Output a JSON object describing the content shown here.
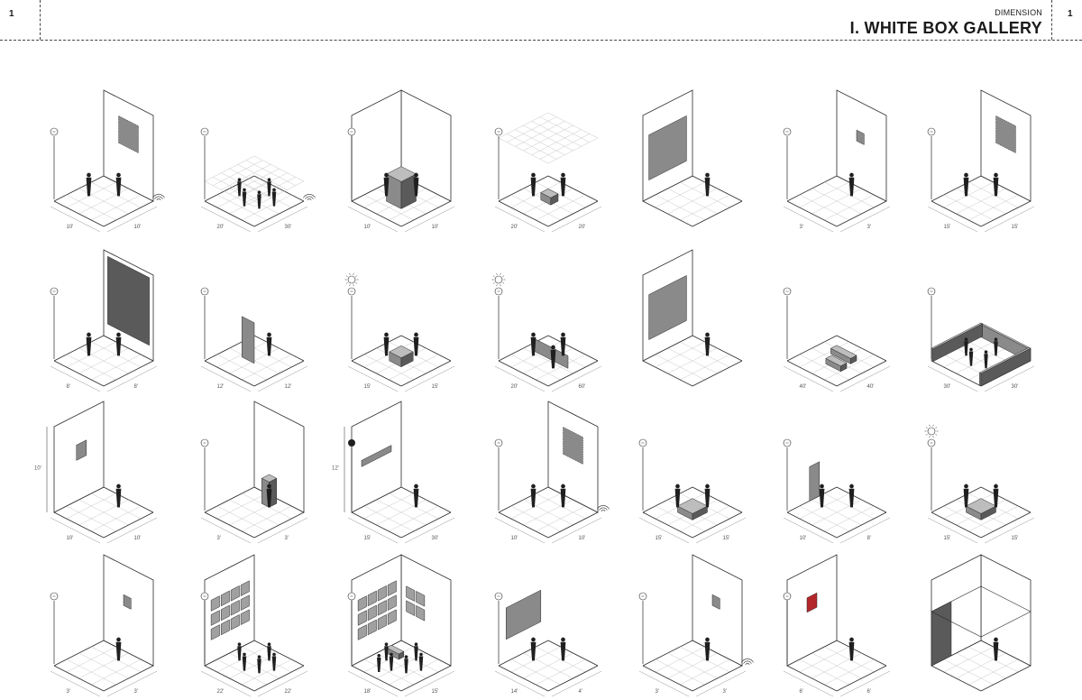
{
  "header": {
    "page_number_left": "1",
    "page_number_right": "1",
    "subtitle": "DIMENSION",
    "title": "I. WHITE BOX GALLERY"
  },
  "diagrams": [
    {
      "id": 1,
      "d1": "10'",
      "d2": "10'",
      "rw": true,
      "lw": false,
      "art": "dotted",
      "people": 2,
      "lamp": "bulb",
      "extra": "wifi"
    },
    {
      "id": 2,
      "d1": "20'",
      "d2": "30'",
      "rw": false,
      "lw": false,
      "art": "ceiling-grid",
      "people": 5,
      "lamp": "bulb",
      "extra": "wifi"
    },
    {
      "id": 3,
      "d1": "10'",
      "d2": "10'",
      "rw": true,
      "lw": true,
      "art": "cube",
      "people": 2,
      "lamp": "bulb",
      "extra": ""
    },
    {
      "id": 4,
      "d1": "20'",
      "d2": "20'",
      "rw": false,
      "lw": false,
      "art": "ceiling-grid-low",
      "people": 2,
      "lamp": "bulb",
      "extra": ""
    },
    {
      "id": 5,
      "d1": "",
      "d2": "",
      "rw": false,
      "lw": true,
      "art": "big-panel-left",
      "people": 1,
      "lamp": "",
      "extra": ""
    },
    {
      "id": 6,
      "d1": "3'",
      "d2": "3'",
      "rw": true,
      "lw": false,
      "art": "small",
      "people": 1,
      "lamp": "bulb",
      "extra": ""
    },
    {
      "id": 7,
      "d1": "15'",
      "d2": "15'",
      "rw": true,
      "lw": false,
      "art": "dotted",
      "people": 2,
      "lamp": "bulb",
      "extra": ""
    },
    {
      "id": 8,
      "d1": "8'",
      "d2": "8'",
      "rw": true,
      "lw": false,
      "art": "huge",
      "people": 2,
      "lamp": "bulb",
      "extra": ""
    },
    {
      "id": 9,
      "d1": "12'",
      "d2": "12'",
      "rw": false,
      "lw": false,
      "art": "standing-panel",
      "people": 1,
      "lamp": "bulb",
      "extra": ""
    },
    {
      "id": 10,
      "d1": "15'",
      "d2": "15'",
      "rw": false,
      "lw": false,
      "art": "pedestal",
      "people": 2,
      "lamp": "sun",
      "extra": ""
    },
    {
      "id": 11,
      "d1": "20'",
      "d2": "60'",
      "rw": false,
      "lw": false,
      "art": "long-wall",
      "people": 3,
      "lamp": "sun",
      "extra": ""
    },
    {
      "id": 12,
      "d1": "",
      "d2": "",
      "rw": false,
      "lw": true,
      "art": "big-panel-left",
      "people": 1,
      "lamp": "",
      "extra": ""
    },
    {
      "id": 13,
      "d1": "40'",
      "d2": "40'",
      "rw": false,
      "lw": false,
      "art": "benches",
      "people": 0,
      "lamp": "bulb",
      "extra": ""
    },
    {
      "id": 14,
      "d1": "30'",
      "d2": "30'",
      "rw": false,
      "lw": false,
      "art": "low-walls",
      "people": 4,
      "lamp": "bulb",
      "extra": ""
    },
    {
      "id": 15,
      "d1": "10'",
      "d2": "10'",
      "rw": false,
      "lw": true,
      "art": "small-left",
      "people": 1,
      "lamp": "",
      "extra": "height",
      "h": "10'"
    },
    {
      "id": 16,
      "d1": "3'",
      "d2": "3'",
      "rw": true,
      "lw": false,
      "art": "vitrine",
      "people": 1,
      "lamp": "bulb",
      "extra": ""
    },
    {
      "id": 17,
      "d1": "15'",
      "d2": "30'",
      "rw": false,
      "lw": true,
      "art": "strip",
      "people": 1,
      "lamp": "dark",
      "extra": "height",
      "h": "12'"
    },
    {
      "id": 18,
      "d1": "10'",
      "d2": "10'",
      "rw": true,
      "lw": false,
      "art": "dotted",
      "people": 2,
      "lamp": "bulb",
      "extra": "wifi"
    },
    {
      "id": 19,
      "d1": "15'",
      "d2": "15'",
      "rw": false,
      "lw": false,
      "art": "platform",
      "people": 2,
      "lamp": "bulb",
      "extra": ""
    },
    {
      "id": 20,
      "d1": "10'",
      "d2": "8'",
      "rw": false,
      "lw": false,
      "art": "door",
      "people": 2,
      "lamp": "bulb",
      "extra": ""
    },
    {
      "id": 21,
      "d1": "15'",
      "d2": "15'",
      "rw": false,
      "lw": false,
      "art": "platform",
      "people": 2,
      "lamp": "sun",
      "extra": ""
    },
    {
      "id": 22,
      "d1": "3'",
      "d2": "3'",
      "rw": true,
      "lw": false,
      "art": "small",
      "people": 1,
      "lamp": "bulb",
      "extra": ""
    },
    {
      "id": 23,
      "d1": "22'",
      "d2": "22'",
      "rw": false,
      "lw": true,
      "art": "salon-left",
      "people": 5,
      "lamp": "bulb",
      "extra": ""
    },
    {
      "id": 24,
      "d1": "18'",
      "d2": "15'",
      "rw": true,
      "lw": true,
      "art": "salon-corner",
      "people": 6,
      "lamp": "bulb",
      "extra": ""
    },
    {
      "id": 25,
      "d1": "14'",
      "d2": "4'",
      "rw": false,
      "lw": false,
      "art": "screen-left",
      "people": 2,
      "lamp": "bulb",
      "extra": ""
    },
    {
      "id": 26,
      "d1": "3'",
      "d2": "3'",
      "rw": true,
      "lw": false,
      "art": "small",
      "people": 1,
      "lamp": "bulb",
      "extra": "wifi"
    },
    {
      "id": 27,
      "d1": "6'",
      "d2": "6'",
      "rw": false,
      "lw": true,
      "art": "red",
      "people": 1,
      "lamp": "bulb",
      "extra": ""
    },
    {
      "id": 28,
      "d1": "",
      "d2": "",
      "rw": true,
      "lw": true,
      "art": "box-room",
      "people": 1,
      "lamp": "",
      "extra": ""
    }
  ],
  "colors": {
    "line": "#2a2a2a",
    "grid": "#c8c8c8",
    "art": "#8a8a8a",
    "art_dark": "#5a5a5a",
    "figure": "#1f1f1f",
    "accent": "#b3262a"
  }
}
